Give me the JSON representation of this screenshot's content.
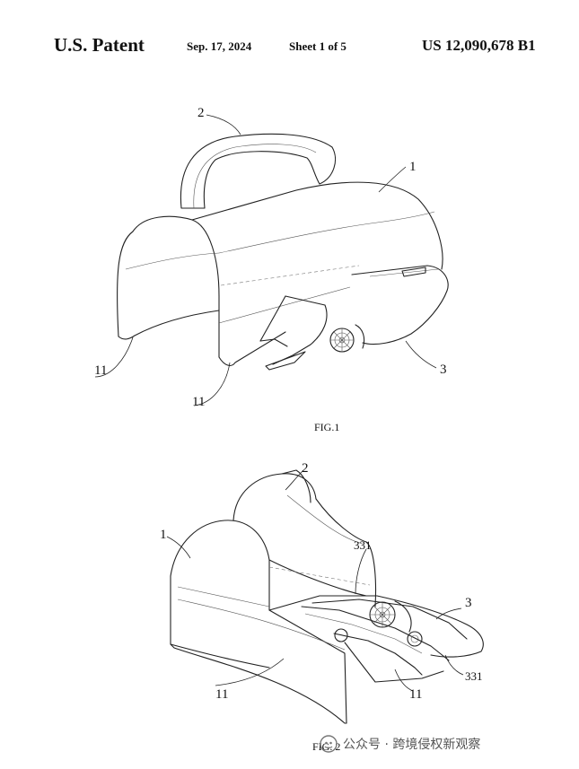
{
  "header": {
    "title": "U.S. Patent",
    "date": "Sep. 17, 2024",
    "sheet": "Sheet 1 of 5",
    "patent_number": "US 12,090,678 B1"
  },
  "figure1": {
    "caption": "FIG.1",
    "labels": {
      "body": "1",
      "handle": "2",
      "front": "3",
      "side_left": "11",
      "side_right": "11"
    }
  },
  "figure2": {
    "caption": "FIG. 2",
    "labels": {
      "body": "1",
      "handle": "2",
      "front": "3",
      "part_a": "331",
      "part_b": "331",
      "side_left": "11",
      "side_right": "11"
    }
  },
  "watermark": {
    "text": "公众号 · 跨境侵权新观察",
    "icon": "wechat-official-account-icon"
  }
}
